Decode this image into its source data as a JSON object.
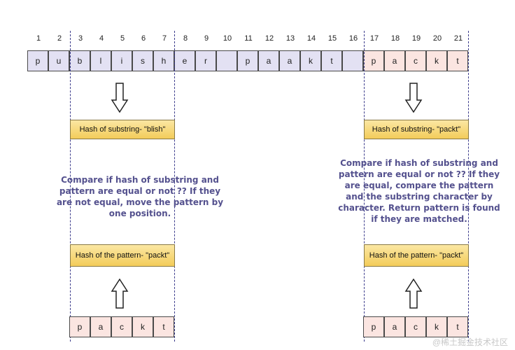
{
  "indices": [
    "1",
    "2",
    "3",
    "4",
    "5",
    "6",
    "7",
    "8",
    "9",
    "10",
    "11",
    "12",
    "13",
    "14",
    "15",
    "16",
    "17",
    "18",
    "19",
    "20",
    "21"
  ],
  "text_chars": [
    "p",
    "u",
    "b",
    "l",
    "i",
    "s",
    "h",
    "e",
    "r",
    "",
    "p",
    "a",
    "a",
    "k",
    "t",
    "",
    "p",
    "a",
    "c",
    "k",
    "t"
  ],
  "pattern_chars": [
    "p",
    "a",
    "c",
    "k",
    "t"
  ],
  "left": {
    "hash_substring": "Hash of substring- \"blish\"",
    "note": "Compare if hash of substring and pattern are equal or not ?? If they are not equal, move the pattern by one position.",
    "hash_pattern": "Hash of the pattern- \"packt\""
  },
  "right": {
    "hash_substring": "Hash of substring- \"packt\"",
    "note": "Compare if hash of substring and pattern are equal or not ?? If they are equal, compare the pattern and the substring character by character. Return pattern is found if they are matched.",
    "hash_pattern": "Hash of the pattern- \"packt\""
  },
  "colors": {
    "cell_lavender": "#e3e1f3",
    "cell_peach": "#fbe5e1",
    "note_text": "#54518e",
    "hash_fill": "#f3cc5a"
  },
  "watermark": "@稀土掘金技术社区"
}
